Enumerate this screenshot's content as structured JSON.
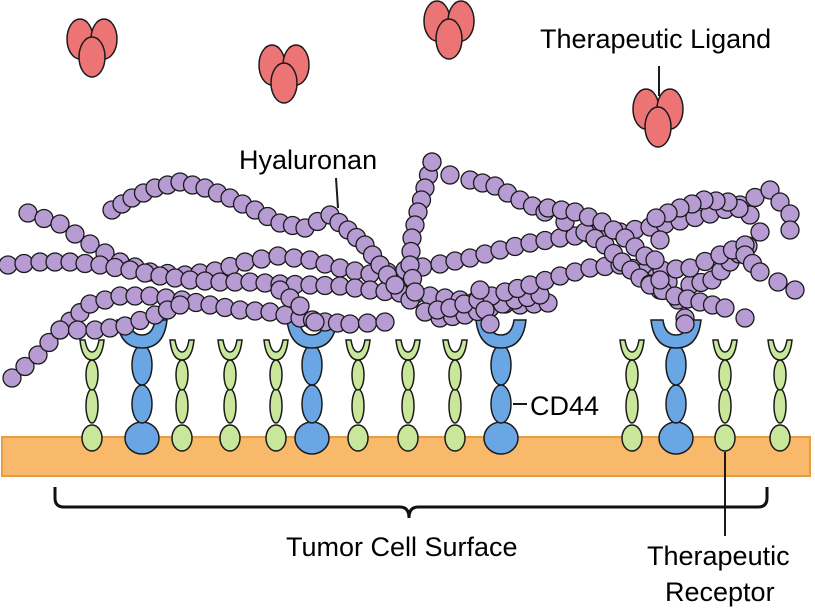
{
  "labels": {
    "therapeutic_ligand": "Therapeutic Ligand",
    "hyaluronan": "Hyaluronan",
    "cd44": "CD44",
    "tumor_cell_surface": "Tumor Cell Surface",
    "therapeutic_receptor_line1": "Therapeutic",
    "therapeutic_receptor_line2": "Receptor"
  },
  "colors": {
    "membrane": "#f9b96b",
    "membrane_stroke": "#e69e45",
    "cd44_fill": "#6aa6e4",
    "receptor_fill": "#c9e79b",
    "hyaluronan_fill": "#b79bd3",
    "ligand_fill": "#ed7475",
    "outline": "#1a1a1a"
  },
  "icons": {
    "ligand": "ligand-trimer-icon",
    "cd44": "cd44-receptor-icon",
    "receptor": "therapeutic-receptor-icon",
    "hyaluronan": "hyaluronan-bead-chain"
  }
}
